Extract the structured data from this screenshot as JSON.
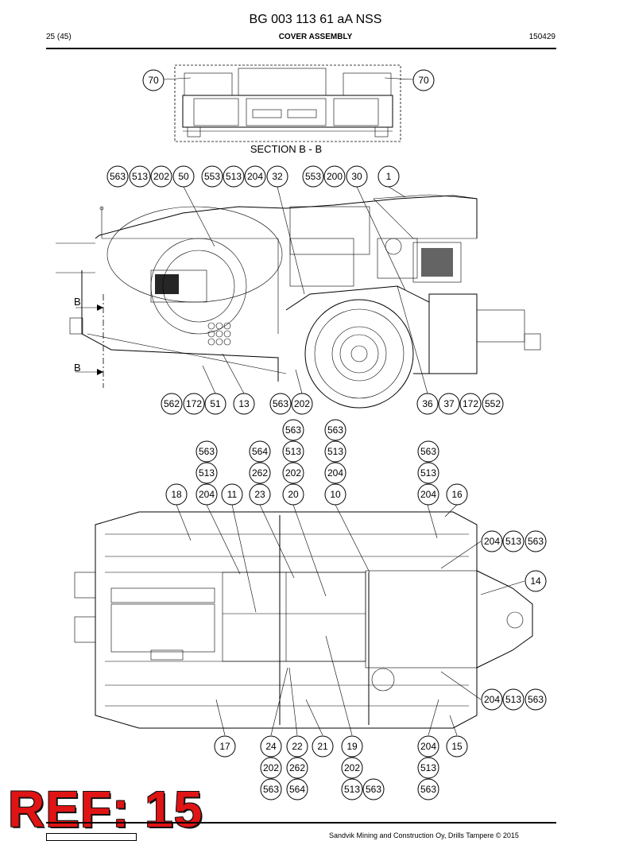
{
  "header": {
    "document_id": "BG 003 113 61 aA NSS",
    "page": "25 (45)",
    "section": "COVER ASSEMBLY",
    "date": "150429"
  },
  "section_view": {
    "label": "SECTION B - B",
    "callouts": [
      "70",
      "70"
    ]
  },
  "side_view": {
    "cut_marks": [
      "B",
      "B"
    ],
    "top_callouts": [
      "563",
      "513",
      "202",
      "50",
      "553",
      "513",
      "204",
      "32",
      "553",
      "200",
      "30",
      "1"
    ],
    "bottom_callouts": [
      "562",
      "172",
      "51",
      "13",
      "563",
      "202",
      "36",
      "37",
      "172",
      "552"
    ]
  },
  "plan_view": {
    "top_stack_1": [
      "563",
      "513",
      "204",
      "18"
    ],
    "callouts": [
      "18",
      "204",
      "11",
      "23",
      "20",
      "10",
      "204",
      "16",
      "563",
      "513",
      "262",
      "564",
      "202",
      "513",
      "563",
      "204",
      "513",
      "563",
      "513",
      "563",
      "204",
      "513",
      "563",
      "14",
      "204",
      "513",
      "563",
      "17",
      "24",
      "22",
      "21",
      "19",
      "204",
      "15",
      "202",
      "262",
      "202",
      "513",
      "563",
      "564",
      "513",
      "563",
      "563"
    ]
  },
  "watermark": "REF: 15",
  "footer": {
    "copyright": "Sandvik Mining and Construction Oy, Drills Tampere © 2015"
  }
}
